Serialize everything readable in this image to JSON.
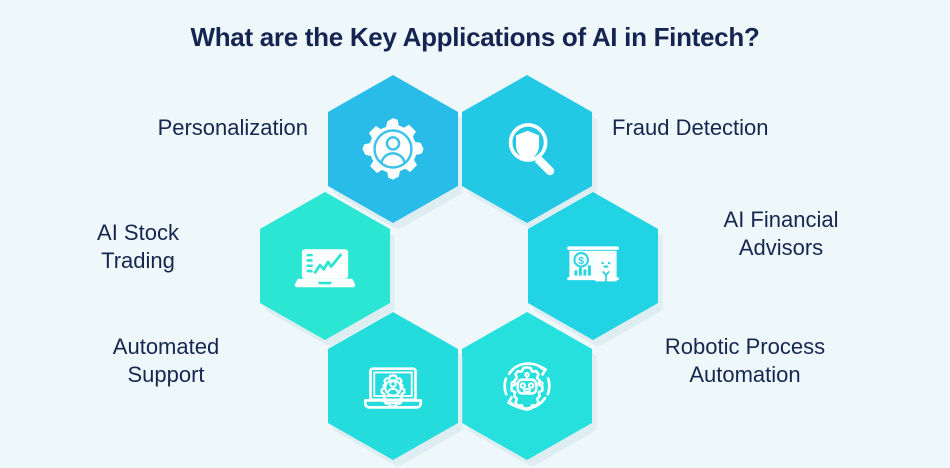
{
  "page": {
    "title": "What are the Key Applications of AI in Fintech?",
    "background_color": "#eef8fb",
    "title_color": "#152450",
    "label_color": "#16264f"
  },
  "items": [
    {
      "id": "personalization",
      "label": "Personalization",
      "icon": "gear-person-icon",
      "color": "#29bce8",
      "position": "top-left"
    },
    {
      "id": "fraud-detection",
      "label": "Fraud Detection",
      "icon": "shield-magnifier-icon",
      "color": "#22c8e4",
      "position": "top-right"
    },
    {
      "id": "ai-financial-advisors",
      "label": "AI Financial\nAdvisors",
      "icon": "presentation-advisor-icon",
      "color": "#22d3e4",
      "position": "middle-right"
    },
    {
      "id": "robotic-process-automation",
      "label": "Robotic Process\nAutomation",
      "icon": "robot-gear-cycle-icon",
      "color": "#25e0dd",
      "position": "bottom-right"
    },
    {
      "id": "automated-support",
      "label": "Automated\nSupport",
      "icon": "laptop-gear-person-icon",
      "color": "#25dcdc",
      "position": "bottom-left"
    },
    {
      "id": "ai-stock-trading",
      "label": "AI Stock\nTrading",
      "icon": "laptop-chart-icon",
      "color": "#2ae6d2",
      "position": "middle-left"
    }
  ]
}
